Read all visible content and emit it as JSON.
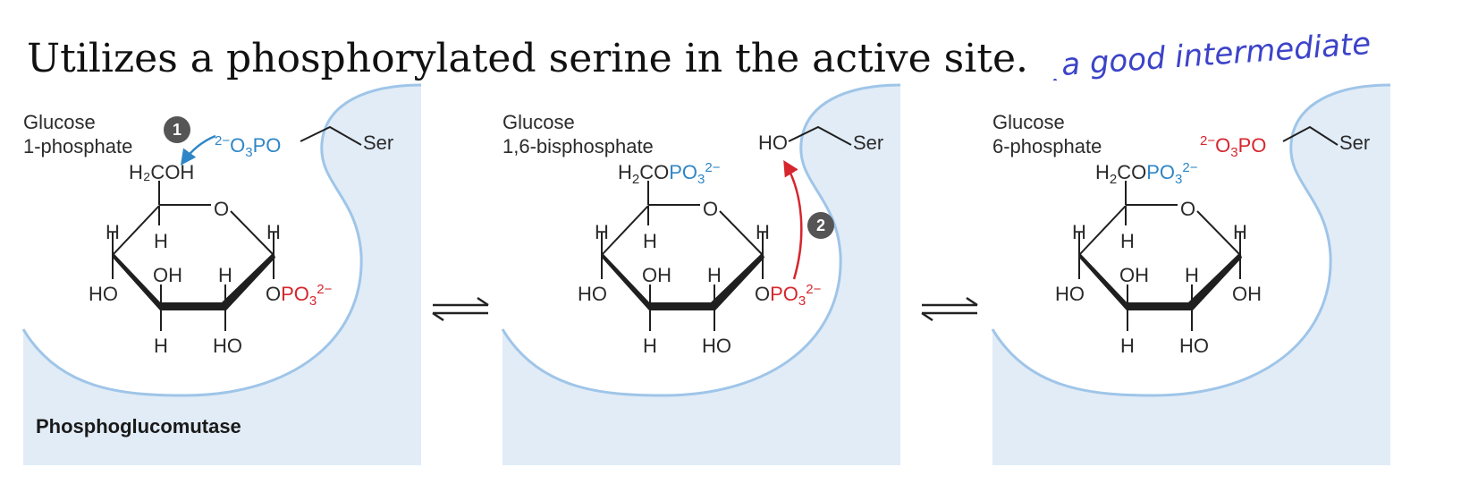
{
  "heading": "Utilizes a phosphorylated serine in the active site.",
  "handwritten_note": "a good intermediate",
  "enzyme_label": "Phosphoglucomutase",
  "colors": {
    "pocket_fill": "#e1ecf7",
    "pocket_edge": "#9fc5e8",
    "phosphate_blue": "#2f86c6",
    "phosphate_red": "#d6262e",
    "badge": "#555555",
    "handwriting": "#3c43c8"
  },
  "panels": [
    {
      "name_line1": "Glucose",
      "name_line2": "1-phosphate",
      "serine": "Ser",
      "serine_group": "²⁻O₃PO",
      "step_badge": "1",
      "c6_group": "H₂COH",
      "ring_oxygen": "O",
      "anomeric_sub": "OPO₃²⁻"
    },
    {
      "name_line1": "Glucose",
      "name_line2": "1,6-bisphosphate",
      "serine": "Ser",
      "serine_group": "HO",
      "step_badge": "2",
      "c6_group": "H₂COPO₃²⁻",
      "ring_oxygen": "O",
      "anomeric_sub": "OPO₃²⁻"
    },
    {
      "name_line1": "Glucose",
      "name_line2": "6-phosphate",
      "serine": "Ser",
      "serine_group": "²⁻O₃PO",
      "c6_group": "H₂COPO₃²⁻",
      "ring_oxygen": "O",
      "anomeric_sub": "OH"
    }
  ],
  "ring_substituents": {
    "h": "H",
    "ho": "HO",
    "oh": "OH"
  },
  "equilibrium_icon": "equilibrium-arrows-icon"
}
